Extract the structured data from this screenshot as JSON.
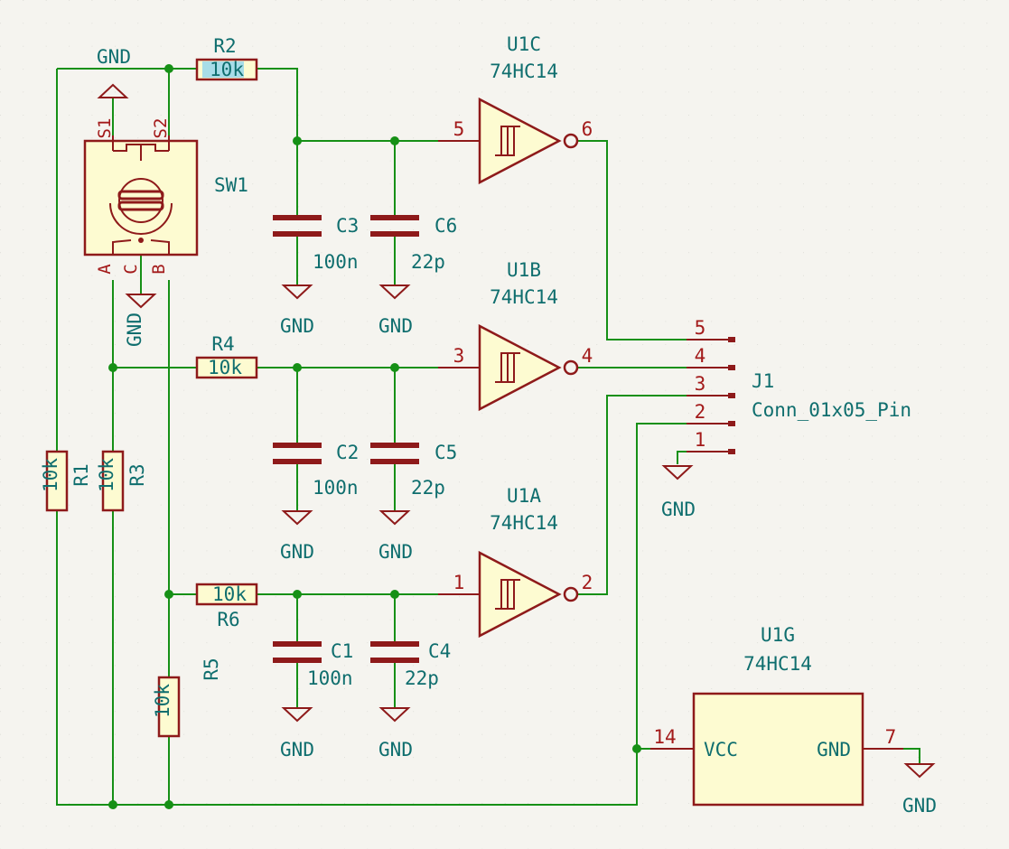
{
  "nets": {
    "gnd": "GND"
  },
  "resistors": {
    "r1": {
      "ref": "R1",
      "value": "10k"
    },
    "r2": {
      "ref": "R2",
      "value": "10k"
    },
    "r3": {
      "ref": "R3",
      "value": "10k"
    },
    "r4": {
      "ref": "R4",
      "value": "10k"
    },
    "r5": {
      "ref": "R5",
      "value": "10k"
    },
    "r6": {
      "ref": "R6",
      "value": "10k"
    }
  },
  "capacitors": {
    "c1": {
      "ref": "C1",
      "value": "100n"
    },
    "c2": {
      "ref": "C2",
      "value": "100n"
    },
    "c3": {
      "ref": "C3",
      "value": "100n"
    },
    "c4": {
      "ref": "C4",
      "value": "22p"
    },
    "c5": {
      "ref": "C5",
      "value": "22p"
    },
    "c6": {
      "ref": "C6",
      "value": "22p"
    }
  },
  "gates": {
    "u1a": {
      "ref": "U1A",
      "value": "74HC14",
      "in_pin": "1",
      "out_pin": "2"
    },
    "u1b": {
      "ref": "U1B",
      "value": "74HC14",
      "in_pin": "3",
      "out_pin": "4"
    },
    "u1c": {
      "ref": "U1C",
      "value": "74HC14",
      "in_pin": "5",
      "out_pin": "6"
    }
  },
  "power_unit": {
    "ref": "U1G",
    "value": "74HC14",
    "vcc_label": "VCC",
    "gnd_label": "GND",
    "vcc_pin": "14",
    "gnd_pin": "7"
  },
  "switch": {
    "ref": "SW1",
    "pins": {
      "s1": "S1",
      "s2": "S2",
      "a": "A",
      "c": "C",
      "b": "B"
    }
  },
  "connector": {
    "ref": "J1",
    "value": "Conn_01x05_Pin",
    "pins": [
      "1",
      "2",
      "3",
      "4",
      "5"
    ]
  },
  "colors": {
    "wire": "#169016",
    "component": "#8e1a1a",
    "label": "#0f6e6e",
    "pin_number": "#a31a1a",
    "body_fill": "#fdfbd1",
    "background": "#f5f4ef"
  }
}
